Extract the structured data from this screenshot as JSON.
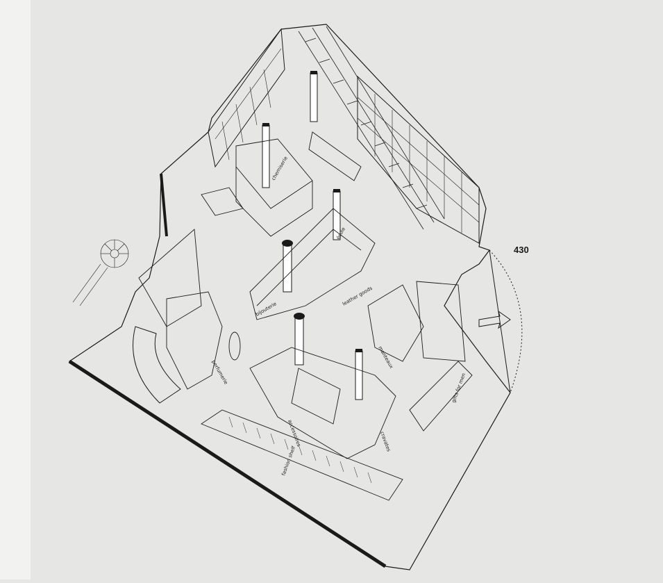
{
  "figure": {
    "number": "430",
    "labels": {
      "perfumerie": "perfumerie",
      "bijouterie": "bijouterie",
      "manteaux": "manteaux",
      "leather_goods": "leather goods",
      "chemiserie": "chemiserie",
      "accessoires": "accessoires",
      "cravates": "cravates",
      "fashion_shelf": "fashion shelf",
      "gifts_for_men": "gifts for men",
      "ecole": "école"
    }
  },
  "colors": {
    "paper": "#e6e6e4",
    "ink": "#1a1a1a"
  }
}
